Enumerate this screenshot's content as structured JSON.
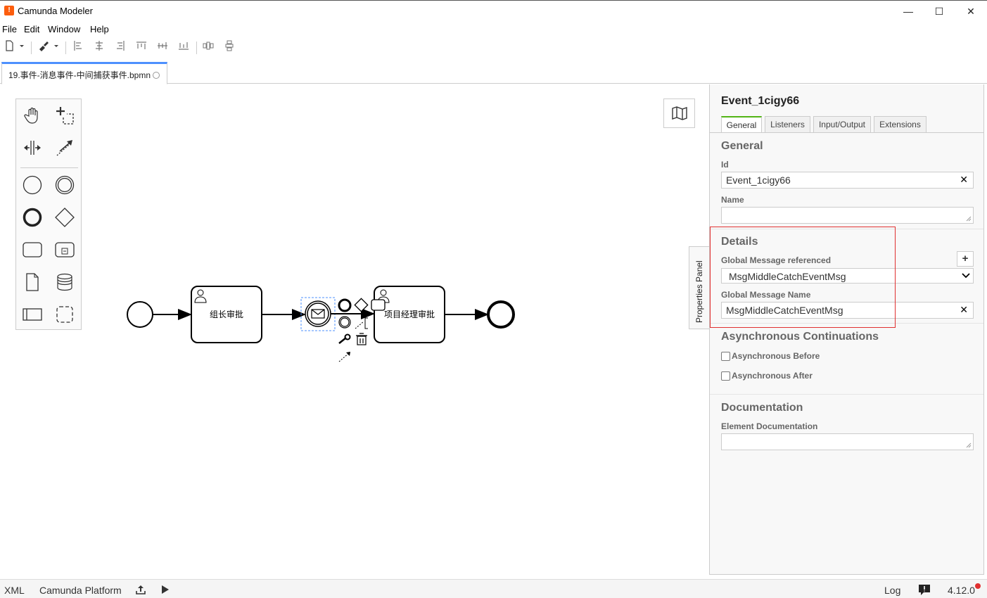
{
  "window": {
    "title": "Camunda Modeler",
    "minimize": "—",
    "maximize": "☐",
    "close": "✕"
  },
  "menu": [
    "File",
    "Edit",
    "Window",
    "Help"
  ],
  "tab": {
    "label": "19.事件-消息事件-中间捕获事件.bpmn"
  },
  "diagram": {
    "task1_label": "组长审批",
    "task2_label": "项目经理审批"
  },
  "properties": {
    "title": "Event_1cigy66",
    "toggle_label": "Properties Panel",
    "tabs": [
      "General",
      "Listeners",
      "Input/Output",
      "Extensions"
    ],
    "general": {
      "heading": "General",
      "id_label": "Id",
      "id_value": "Event_1cigy66",
      "name_label": "Name",
      "name_value": ""
    },
    "details": {
      "heading": "Details",
      "msg_ref_label": "Global Message referenced",
      "msg_ref_value": "MsgMiddleCatchEventMsg",
      "msg_name_label": "Global Message Name",
      "msg_name_value": "MsgMiddleCatchEventMsg"
    },
    "async": {
      "heading": "Asynchronous Continuations",
      "before": "Asynchronous Before",
      "after": "Asynchronous After"
    },
    "documentation": {
      "heading": "Documentation",
      "element_doc_label": "Element Documentation",
      "element_doc_value": ""
    }
  },
  "status": {
    "xml": "XML",
    "platform": "Camunda Platform",
    "log": "Log",
    "version": "4.12.0"
  },
  "colors": {
    "accent": "#4d90fe",
    "brand": "#fc5d0d",
    "highlight": "#e03030",
    "active_tab": "#52b415"
  }
}
